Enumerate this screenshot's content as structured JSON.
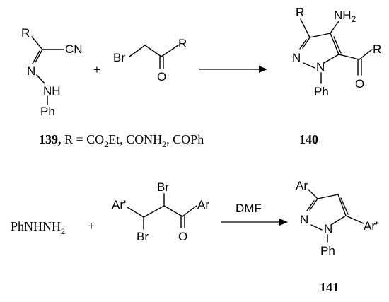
{
  "scheme1": {
    "reagent1": {
      "R": "R",
      "CN": "CN",
      "N": "N",
      "NH": "NH",
      "Ph": "Ph"
    },
    "plus": "+",
    "reagent2": {
      "Br": "Br",
      "R": "R",
      "O": "O"
    },
    "product": {
      "R": "R",
      "NH": "NH",
      "two": "2",
      "N1": "N",
      "N2": "N",
      "Ph": "Ph",
      "R2": "R",
      "O": "O"
    },
    "caption_reagent": {
      "num": "139,",
      "text1": " R = CO",
      "sub1": "2",
      "text2": "Et, CONH",
      "sub2": "2",
      "text3": ", COPh"
    },
    "caption_product": "140"
  },
  "scheme2": {
    "reagent1": {
      "text": "PhNHNH",
      "sub": "2"
    },
    "plus": "+",
    "reagent2": {
      "Br1": "Br",
      "Arp": "Ar'",
      "Ar": "Ar",
      "Br2": "Br",
      "O": "O"
    },
    "condition": "DMF",
    "product": {
      "Ar": "Ar",
      "N1": "N",
      "N2": "N",
      "Arp": "Ar'",
      "Ph": "Ph"
    },
    "caption_product": "141"
  }
}
